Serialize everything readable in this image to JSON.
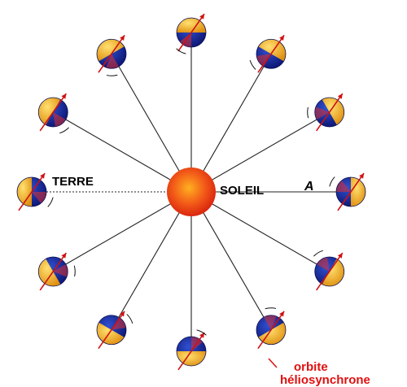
{
  "labels": {
    "terre": "TERRE",
    "soleil": "SOLEIL",
    "angle": "A",
    "orbite_line1": "orbite",
    "orbite_line2": "héliosynchrone"
  },
  "colors": {
    "sun_inner": "#ffb020",
    "sun_outer": "#e02a10",
    "earth_night": "#1a2a9a",
    "earth_day": "#f0b020",
    "axis": "#d01010",
    "ray": "#222222",
    "label_red": "#e01010",
    "label_black": "#000000"
  },
  "earth_count": 12
}
